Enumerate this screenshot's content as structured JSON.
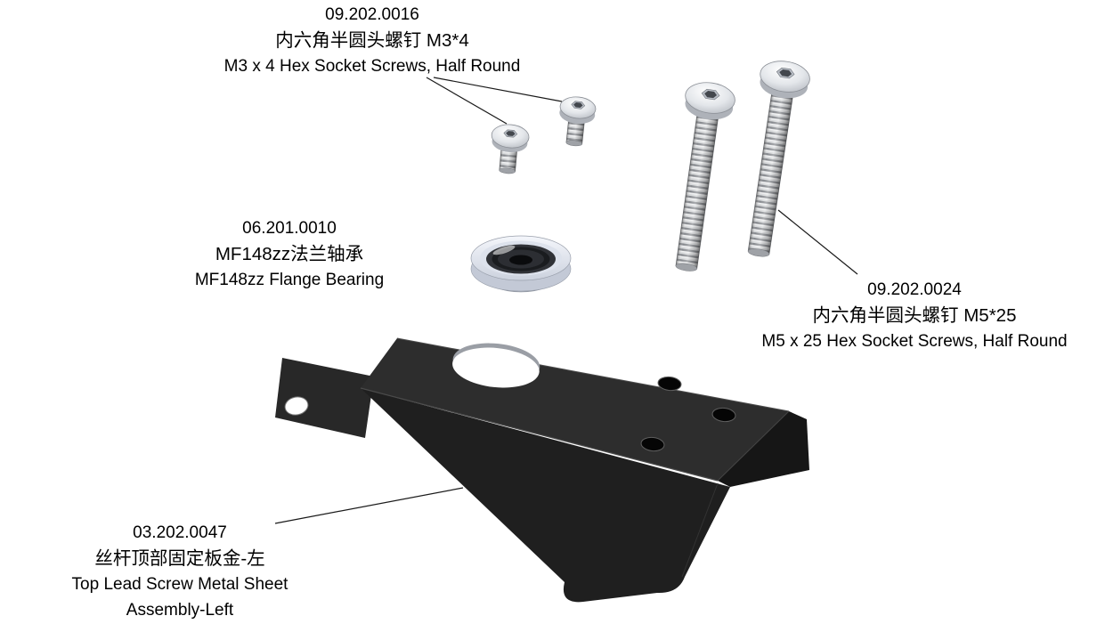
{
  "labels": {
    "m3_screws": {
      "part_no": "09.202.0016",
      "name_zh": "内六角半圆头螺钉 M3*4",
      "name_en": "M3 x 4 Hex Socket Screws, Half Round"
    },
    "flange_bearing": {
      "part_no": "06.201.0010",
      "name_zh": "MF148zz法兰轴承",
      "name_en": "MF148zz Flange Bearing"
    },
    "m5_screws": {
      "part_no": "09.202.0024",
      "name_zh": "内六角半圆头螺钉 M5*25",
      "name_en": "M5 x 25 Hex Socket Screws, Half Round"
    },
    "bracket": {
      "part_no": "03.202.0047",
      "name_zh": "丝杆顶部固定板金-左",
      "name_en_line1": "Top Lead Screw Metal Sheet",
      "name_en_line2": "Assembly-Left"
    }
  },
  "colors": {
    "background": "#ffffff",
    "text": "#000000",
    "leader_line": "#1a1a1a",
    "bracket_top": "#2d2d2d",
    "bracket_front": "#1f1f1f",
    "bracket_side": "#161616",
    "bracket_tab": "#282828",
    "bearing_seal": "#303237",
    "screw_metal": "#e3e6ea"
  }
}
